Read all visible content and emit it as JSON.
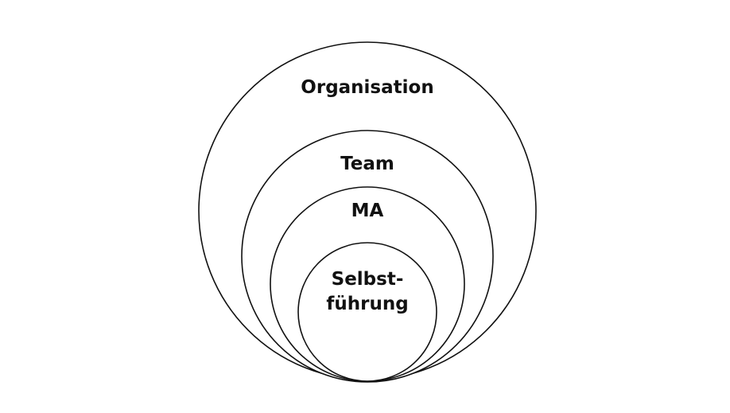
{
  "diagram": {
    "levels": [
      {
        "id": "organisation",
        "label": "Organisation"
      },
      {
        "id": "team",
        "label": "Team"
      },
      {
        "id": "ma",
        "label": "MA"
      },
      {
        "id": "selbstfuehrung",
        "label_line1": "Selbst-",
        "label_line2": "führung"
      }
    ],
    "stroke_color": "#111111",
    "background_color": "#ffffff"
  }
}
